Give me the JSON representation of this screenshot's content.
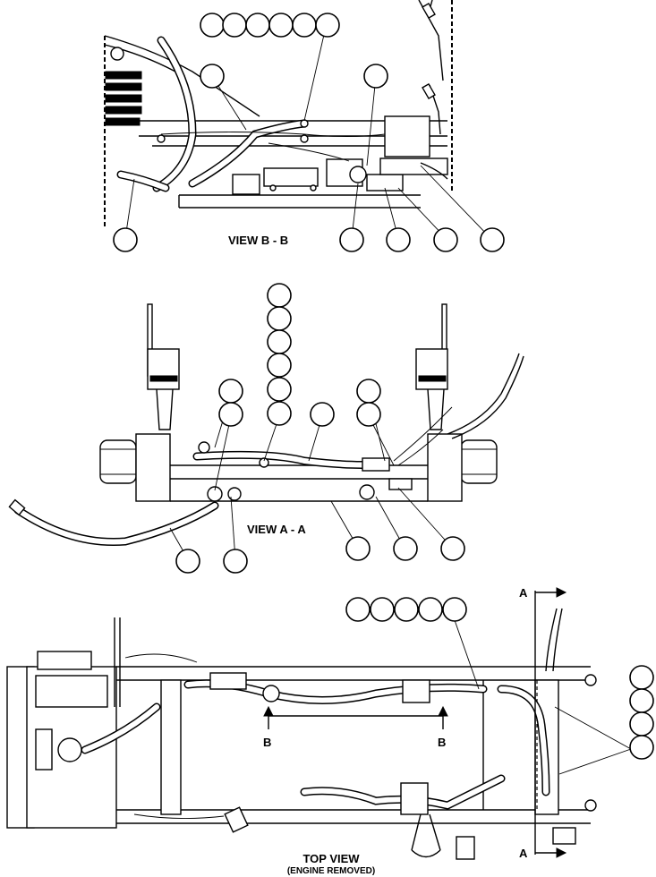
{
  "views": {
    "view_b": {
      "label": "VIEW B - B"
    },
    "view_a": {
      "label": "VIEW A - A"
    },
    "top_view": {
      "label": "TOP VIEW",
      "sublabel": "(ENGINE REMOVED)"
    }
  },
  "section_markers": {
    "a_top": "A",
    "a_bottom": "A",
    "b_left": "B",
    "b_right": "B"
  },
  "callout_bubbles": {
    "count": 47,
    "content": "blank"
  }
}
